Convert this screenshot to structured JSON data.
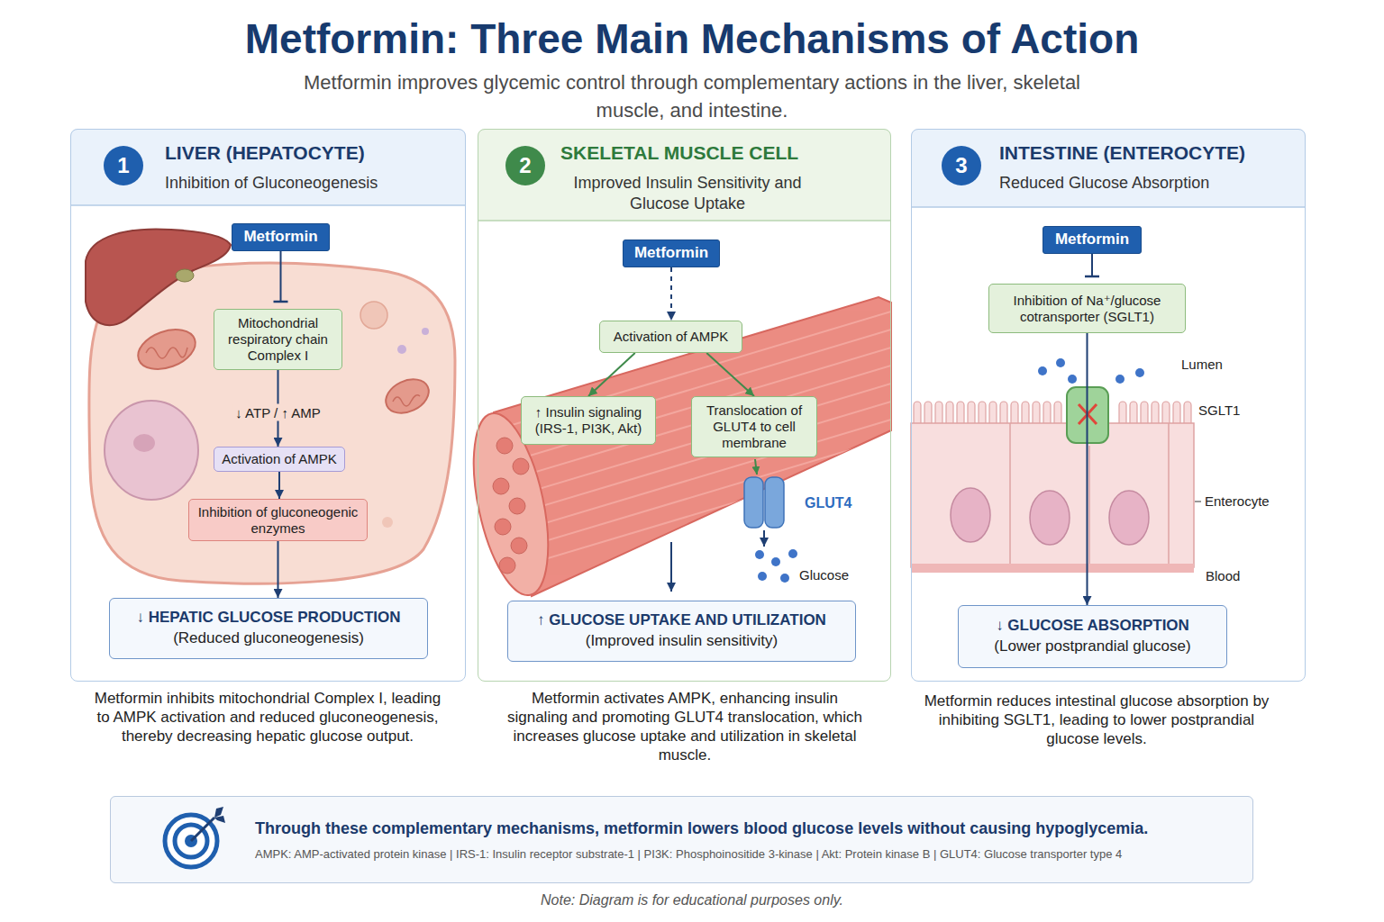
{
  "diagram": {
    "title": "Metformin: Three Main Mechanisms of Action",
    "caption": "Note: Diagram is for educational purposes only.",
    "nodes": [
      {
        "text": [
          "LIVER (HEPATOCYTE)",
          "Inhibition of Gluconeogenesis"
        ]
      },
      {
        "text": [
          "1"
        ],
        "in": 0
      },
      {
        "text": [
          "Metformin"
        ],
        "in": 0
      },
      {
        "text": [
          "Mitochondrial respiratory chain Complex I"
        ],
        "in": 0
      },
      {
        "text": [
          "Activation of AMPK"
        ],
        "in": 0
      },
      {
        "text": [
          "Inhibition of gluconeogenic enzymes"
        ],
        "in": 0
      },
      {
        "text": [
          "↓ HEPATIC GLUCOSE PRODUCTION",
          "(Reduced gluconeogenesis)"
        ],
        "in": 0
      },
      {
        "text": [
          "SKELETAL MUSCLE CELL",
          "Improved Insulin Sensitivity and Glucose Uptake"
        ]
      },
      {
        "text": [
          "2"
        ],
        "in": 7
      },
      {
        "text": [
          "Metformin"
        ],
        "in": 7
      },
      {
        "text": [
          "Activation of AMPK"
        ],
        "in": 7
      },
      {
        "text": [
          "↑ Insulin signaling (IRS-1, PI3K, Akt)"
        ],
        "in": 7
      },
      {
        "text": [
          "Translocation of GLUT4 to cell membrane"
        ],
        "in": 7
      },
      {
        "text": [
          "↑ GLUCOSE UPTAKE AND UTILIZATION",
          "(Improved insulin sensitivity)"
        ],
        "in": 7
      },
      {
        "text": [
          "INTESTINE (ENTEROCYTE)",
          "Reduced Glucose Absorption"
        ]
      },
      {
        "text": [
          "3"
        ],
        "in": 14
      },
      {
        "text": [
          "Metformin"
        ],
        "in": 14
      },
      {
        "text": [
          "Inhibition of Na⁺/glucose cotransporter (SGLT1)"
        ],
        "in": 14
      },
      {
        "text": [
          "↓ GLUCOSE ABSORPTION",
          "(Lower postprandial glucose)"
        ],
        "in": 14
      },
      {
        "text": [
          "Through these complementary mechanisms, metformin lowers blood glucose levels without causing hypoglycemia.",
          "AMPK: AMP-activated protein kinase | IRS-1: Insulin receptor substrate-1 | PI3K: Phosphoinositide 3-kinase | Akt: Protein kinase B | GLUT4: Glucose transporter type 4"
        ]
      }
    ],
    "edges": [
      {
        "from": 2,
        "to": 3,
        "arrow": "to"
      },
      {
        "from": 3,
        "to": 4,
        "label": "↓ ATP / ↑ AMP",
        "arrow": "to"
      },
      {
        "from": 4,
        "to": 5,
        "arrow": "to"
      },
      {
        "from": 5,
        "to": 6,
        "arrow": "to"
      },
      {
        "from": 9,
        "to": 10,
        "arrow": "to"
      },
      {
        "from": 10,
        "to": 11,
        "arrow": "to"
      },
      {
        "from": 10,
        "to": 12,
        "arrow": "to"
      },
      {
        "from": 16,
        "to": 17,
        "arrow": "to"
      },
      {
        "from": 17,
        "to": 18,
        "arrow": "to"
      }
    ],
    "labels": [
      "Metformin improves glycemic control through complementary actions in the liver, skeletal muscle, and intestine.",
      "GLUT4",
      "Glucose",
      "Lumen",
      "SGLT1",
      "Enterocyte",
      "Blood",
      "Metformin inhibits mitochondrial Complex I, leading to AMPK activation and reduced gluconeogenesis, thereby decreasing hepatic glucose output.",
      "Metformin activates AMPK, enhancing insulin signaling and promoting GLUT4 translocation, which increases glucose uptake and utilization in skeletal muscle.",
      "Metformin reduces intestinal glucose absorption by inhibiting SGLT1, leading to lower postprandial glucose levels."
    ]
  }
}
